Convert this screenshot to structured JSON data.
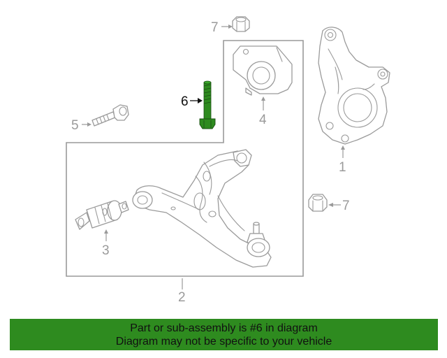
{
  "callouts": {
    "knuckle": "1",
    "lower_arm": "2",
    "bushing_front": "3",
    "bushing_rear": "4",
    "bolt_5": "5",
    "bolt_6": "6",
    "nut_top": "7",
    "nut_right": "7"
  },
  "highlight_part": "6",
  "colors": {
    "highlight_part": "#2e8b1f",
    "banner": "#2e8b1f",
    "line_art": "#9a9a9a"
  },
  "banner": {
    "line1": "Part or sub-assembly is #6 in diagram",
    "line2": "Diagram may not be specific to your vehicle"
  }
}
